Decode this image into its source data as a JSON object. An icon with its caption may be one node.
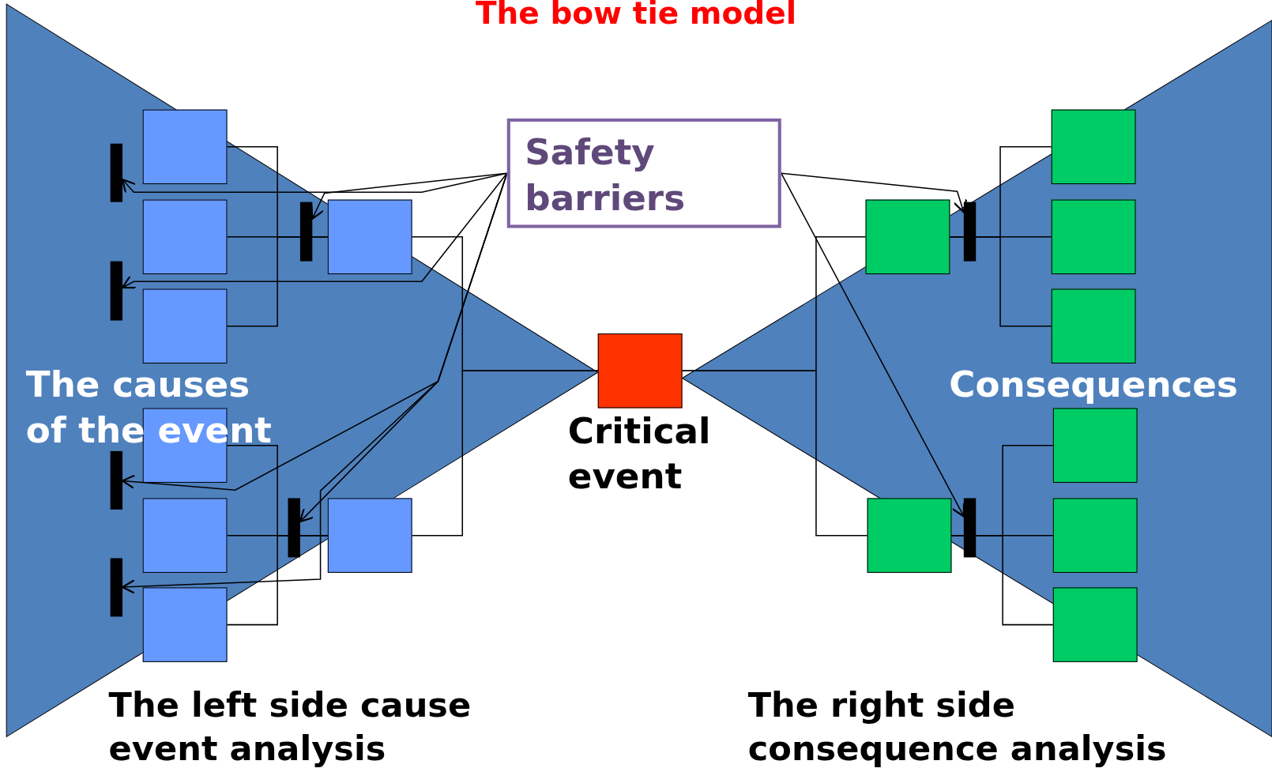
{
  "diagram": {
    "title": "The bow tie model",
    "nodes": [
      {
        "text": [
          "Safety barriers"
        ]
      },
      {
        "text": [],
        "shape": "box",
        "beside": [
          "Critical event"
        ]
      },
      {
        "text": [],
        "shape": "box"
      },
      {
        "text": [],
        "shape": "box"
      },
      {
        "text": [],
        "shape": "box"
      },
      {
        "text": [],
        "shape": "box"
      },
      {
        "text": [],
        "shape": "box"
      },
      {
        "text": [],
        "shape": "box"
      },
      {
        "text": [],
        "shape": "box"
      },
      {
        "text": [],
        "shape": "box"
      },
      {
        "text": [],
        "shape": "box"
      },
      {
        "text": [],
        "shape": "box"
      },
      {
        "text": [],
        "shape": "box"
      },
      {
        "text": [],
        "shape": "box"
      },
      {
        "text": [],
        "shape": "box"
      },
      {
        "text": [],
        "shape": "box"
      },
      {
        "text": [],
        "shape": "box"
      },
      {
        "text": [],
        "shape": "box"
      },
      {
        "text": [],
        "shape": "bar"
      },
      {
        "text": [],
        "shape": "bar"
      },
      {
        "text": [],
        "shape": "bar"
      },
      {
        "text": [],
        "shape": "bar"
      },
      {
        "text": [],
        "shape": "bar"
      },
      {
        "text": [],
        "shape": "bar"
      },
      {
        "text": [],
        "shape": "bar"
      },
      {
        "text": [],
        "shape": "bar"
      }
    ],
    "edges": [
      {
        "from": 2,
        "to": 8,
        "arrow": "none"
      },
      {
        "from": 3,
        "to": 8,
        "arrow": "none"
      },
      {
        "from": 4,
        "to": 8,
        "arrow": "none"
      },
      {
        "from": 5,
        "to": 9,
        "arrow": "none"
      },
      {
        "from": 6,
        "to": 9,
        "arrow": "none"
      },
      {
        "from": 7,
        "to": 9,
        "arrow": "none"
      },
      {
        "from": 8,
        "to": 1,
        "arrow": "none"
      },
      {
        "from": 9,
        "to": 1,
        "arrow": "none"
      },
      {
        "from": 1,
        "to": 10,
        "arrow": "none"
      },
      {
        "from": 1,
        "to": 11,
        "arrow": "none"
      },
      {
        "from": 10,
        "to": 12,
        "arrow": "none"
      },
      {
        "from": 10,
        "to": 13,
        "arrow": "none"
      },
      {
        "from": 10,
        "to": 14,
        "arrow": "none"
      },
      {
        "from": 11,
        "to": 15,
        "arrow": "none"
      },
      {
        "from": 11,
        "to": 16,
        "arrow": "none"
      },
      {
        "from": 11,
        "to": 17,
        "arrow": "none"
      },
      {
        "from": 0,
        "to": 18,
        "arrow": "to"
      },
      {
        "from": 0,
        "to": 19,
        "arrow": "to"
      },
      {
        "from": 0,
        "to": 22,
        "arrow": "to"
      },
      {
        "from": 0,
        "to": 20,
        "arrow": "to"
      },
      {
        "from": 0,
        "to": 21,
        "arrow": "to"
      },
      {
        "from": 0,
        "to": 23,
        "arrow": "to"
      },
      {
        "from": 0,
        "to": 24,
        "arrow": "to"
      },
      {
        "from": 0,
        "to": 25,
        "arrow": "to"
      }
    ],
    "labels": [
      "The causes of the event",
      "Consequences",
      "The left side cause event analysis",
      "The right side consequence analysis"
    ]
  }
}
